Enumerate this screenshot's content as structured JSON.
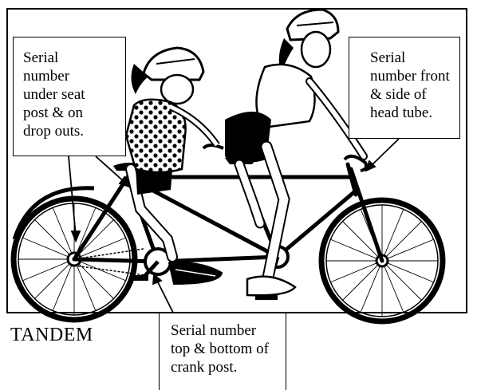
{
  "callouts": {
    "seat_post": [
      "Serial",
      "number",
      "under seat",
      "post & on",
      "drop outs."
    ],
    "head_tube": [
      "Serial",
      "number front",
      "& side of",
      "head tube."
    ],
    "crank_post": [
      "Serial number",
      "top & bottom of",
      "crank post."
    ]
  },
  "caption": "TANDEM",
  "colors": {
    "ink": "#000000",
    "paper": "#ffffff"
  }
}
